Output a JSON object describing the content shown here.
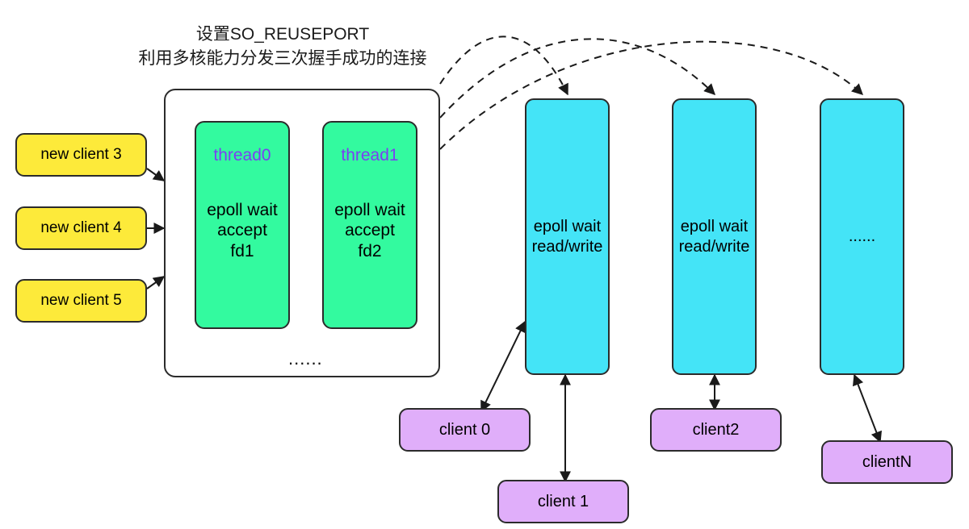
{
  "diagram": {
    "title_lines": "设置SO_REUSEPORT\n利用多核能力分发三次握手成功的连接",
    "colors": {
      "thread_fill": "#33fa9f",
      "thread_label": "#7b3ff2",
      "new_client_fill": "#fdea3a",
      "worker_fill": "#44e4f7",
      "client_fill": "#e0aefa",
      "stroke": "#2b2b2b",
      "background": "#ffffff"
    },
    "server": {
      "container_ellipsis": "......",
      "threads": [
        {
          "name": "thread0",
          "body": "epoll wait\naccept\nfd1"
        },
        {
          "name": "thread1",
          "body": "epoll wait\naccept\nfd2"
        }
      ]
    },
    "new_clients": [
      {
        "label": "new client 3"
      },
      {
        "label": "new client 4"
      },
      {
        "label": "new client 5"
      }
    ],
    "workers": [
      {
        "label": "epoll wait\nread/write"
      },
      {
        "label": "epoll wait\nread/write"
      },
      {
        "label": "......"
      }
    ],
    "clients": [
      {
        "label": "client 0"
      },
      {
        "label": "client 1"
      },
      {
        "label": "client2"
      },
      {
        "label": "clientN"
      }
    ]
  }
}
